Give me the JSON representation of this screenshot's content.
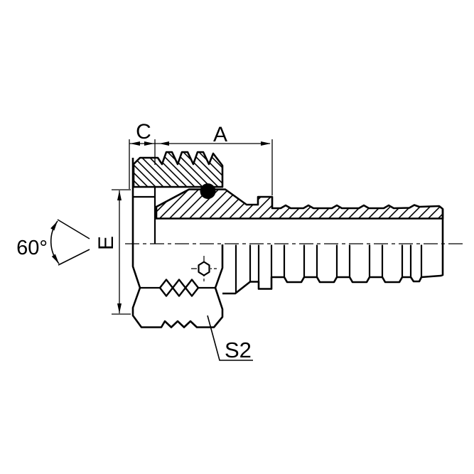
{
  "canvas": {
    "background": "#ffffff",
    "ink": "#000000"
  },
  "drawing": {
    "alt_text": "Cross-section engineering drawing of a female hydraulic hose fitting with 60 degree cone seat, swivel nut and barbed hose shank",
    "labels": {
      "dim_c": "C",
      "dim_a": "A",
      "dim_e": "E",
      "angle": "60°",
      "hex": "S2"
    }
  }
}
